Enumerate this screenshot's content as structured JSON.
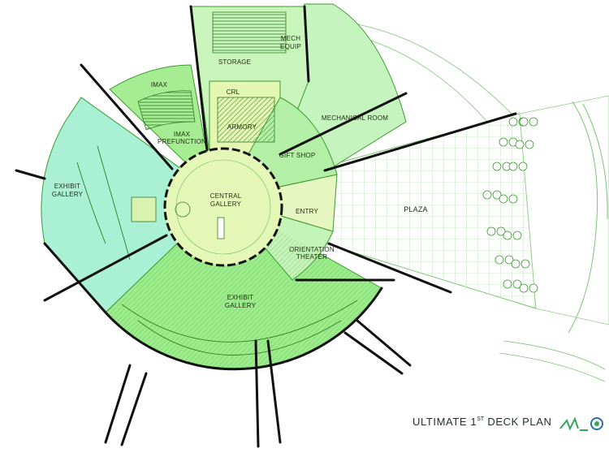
{
  "plan": {
    "title_prefix": "ULTIMATE 1",
    "title_sup": "ST",
    "title_suffix": " DECK PLAN",
    "labels": {
      "imax": "IMAX",
      "storage": "STORAGE",
      "mech_equip_1": "MECH",
      "mech_equip_2": "EQUIP",
      "crl": "CRL",
      "mechanical_room": "MECHANICAL ROOM",
      "armory": "ARMORY",
      "imax_prefunction_1": "IMAX",
      "imax_prefunction_2": "PREFUNCTION",
      "gift_shop": "GIFT SHOP",
      "exhibit_gallery_west_1": "EXHIBIT",
      "exhibit_gallery_west_2": "GALLERY",
      "central_gallery_1": "CENTRAL",
      "central_gallery_2": "GALLERY",
      "entry": "ENTRY",
      "plaza": "PLAZA",
      "orientation_theater_1": "ORIENTATION",
      "orientation_theater_2": "THEATER",
      "exhibit_gallery_south_1": "EXHIBIT",
      "exhibit_gallery_south_2": "GALLERY"
    }
  },
  "colors": {
    "light_green": "#bdf2b5",
    "mid_green": "#8fe07f",
    "bright_green": "#98ea88",
    "mint": "#a6eed0",
    "pale_yellow": "#e4f5b8",
    "line_green": "#3b9a2e",
    "wall": "#111111"
  }
}
